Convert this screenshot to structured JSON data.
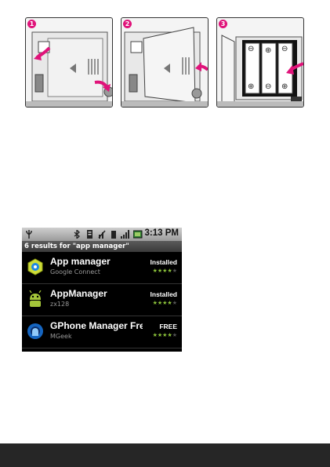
{
  "steps": {
    "badges": [
      "1",
      "2",
      "3"
    ],
    "battery_symbols": [
      "⊖",
      "⊕",
      "⊖",
      "⊕",
      "⊖",
      "⊕"
    ]
  },
  "phone": {
    "status_time": "3:13 PM",
    "results_header": "6 results for \"app manager\"",
    "results": [
      {
        "title": "App manager",
        "subtitle": "Google Connect",
        "status": "Installed",
        "rating": 3.5,
        "icon": "android-settings-icon"
      },
      {
        "title": "AppManager",
        "subtitle": "zx128",
        "status": "Installed",
        "rating": 4,
        "icon": "android-robot-icon"
      },
      {
        "title": "GPhone Manager Fre",
        "subtitle": "MGeek",
        "status": "FREE",
        "rating": 3.5,
        "icon": "android-gear-robot-icon"
      }
    ]
  },
  "colors": {
    "accent": "#e0137a",
    "footer": "#262626",
    "stars": "#8bc23a"
  }
}
